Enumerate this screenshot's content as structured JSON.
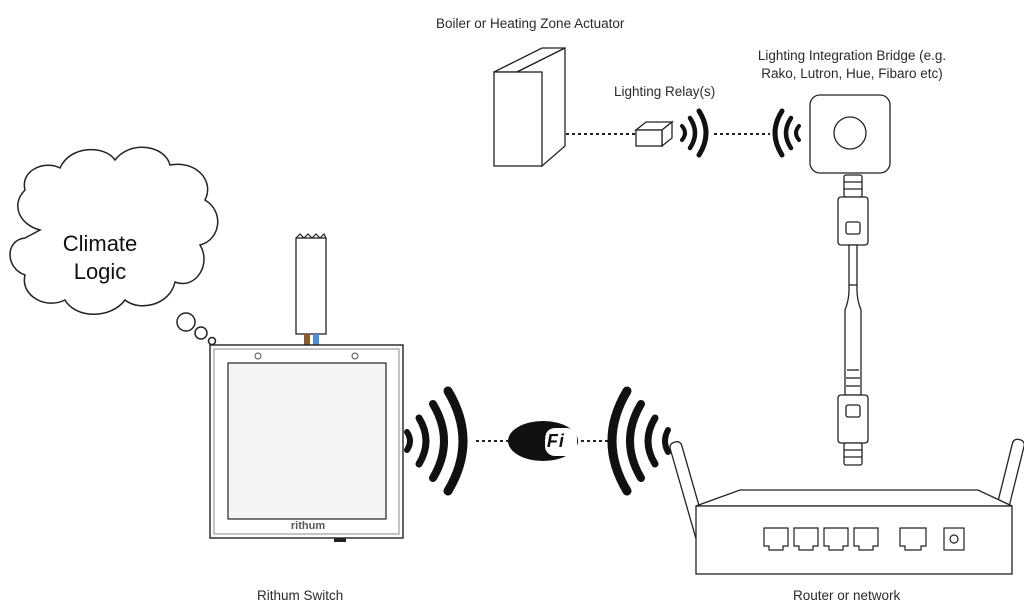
{
  "labels": {
    "actuator": "Boiler or Heating Zone Actuator",
    "bridge_line1": "Lighting Integration Bridge (e.g.",
    "bridge_line2": "Rako, Lutron, Hue, Fibaro etc)",
    "relay": "Lighting Relay(s)",
    "switch": "Rithum Switch",
    "router": "Router or network",
    "cloud_line1": "Climate",
    "cloud_line2": "Logic",
    "wifi_badge": "WiFi",
    "switch_brand": "rithum"
  },
  "colors": {
    "stroke": "#222222",
    "wire_brown": "#8a5a2b",
    "wire_blue": "#4a90d9",
    "panel_fill": "#f4f4f4"
  },
  "icons": [
    "wireless-waves-icon",
    "wifi-badge-icon",
    "ethernet-port-icon",
    "thought-cloud-icon"
  ]
}
